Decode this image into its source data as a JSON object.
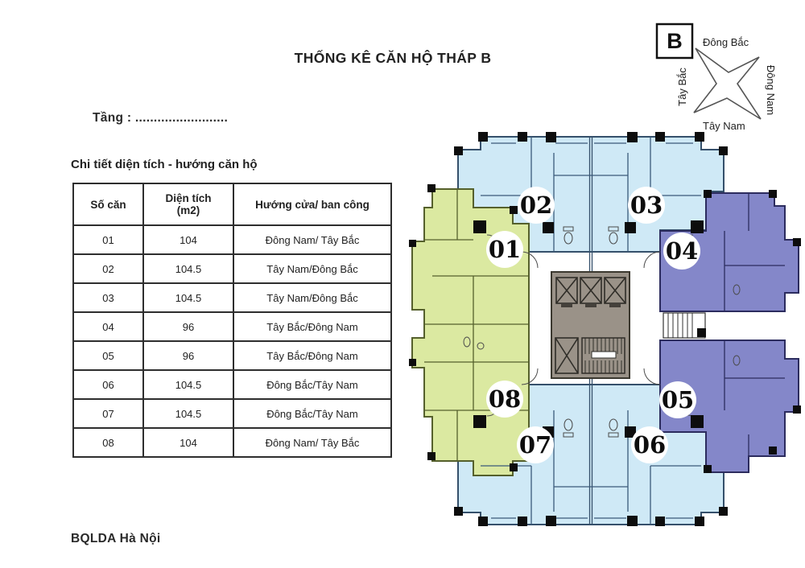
{
  "title": "THỐNG KÊ CĂN HỘ THÁP B",
  "floor_line": "Tầng : .........................",
  "table_caption": "Chi tiết diện tích - hướng căn hộ",
  "table": {
    "col1": "Số căn",
    "col2_line1": "Diện tích",
    "col2_line2": "(m2)",
    "col3": "Hướng cửa/ ban công"
  },
  "apartments": [
    {
      "label": "01",
      "area_m2": "104",
      "direction": "Đông Nam/ Tây Bắc",
      "color": "green"
    },
    {
      "label": "02",
      "area_m2": "104.5",
      "direction": "Tây Nam/Đông Bắc",
      "color": "blue"
    },
    {
      "label": "03",
      "area_m2": "104.5",
      "direction": "Tây Nam/Đông Bắc",
      "color": "blue"
    },
    {
      "label": "04",
      "area_m2": "96",
      "direction": "Tây Bắc/Đông Nam",
      "color": "purple"
    },
    {
      "label": "05",
      "area_m2": "96",
      "direction": "Tây Bắc/Đông Nam",
      "color": "purple"
    },
    {
      "label": "06",
      "area_m2": "104.5",
      "direction": "Đông Bắc/Tây Nam",
      "color": "blue"
    },
    {
      "label": "07",
      "area_m2": "104.5",
      "direction": "Đông Bắc/Tây Nam",
      "color": "blue"
    },
    {
      "label": "08",
      "area_m2": "104",
      "direction": "Đông Nam/ Tây Bắc",
      "color": "green"
    }
  ],
  "compass": {
    "letter": "B",
    "ne": "Đông Bắc",
    "nw": "Tây Bắc",
    "se": "Đông Nam",
    "sw": "Tây Nam"
  },
  "footer": "BQLDA Hà Nội",
  "colors": {
    "green": "#dbe9a1",
    "blue": "#cfe9f6",
    "purple": "#8487c9",
    "core": "#9a9288",
    "badge_bg": "#ffffff",
    "badge_text": "#0d0d0d"
  }
}
